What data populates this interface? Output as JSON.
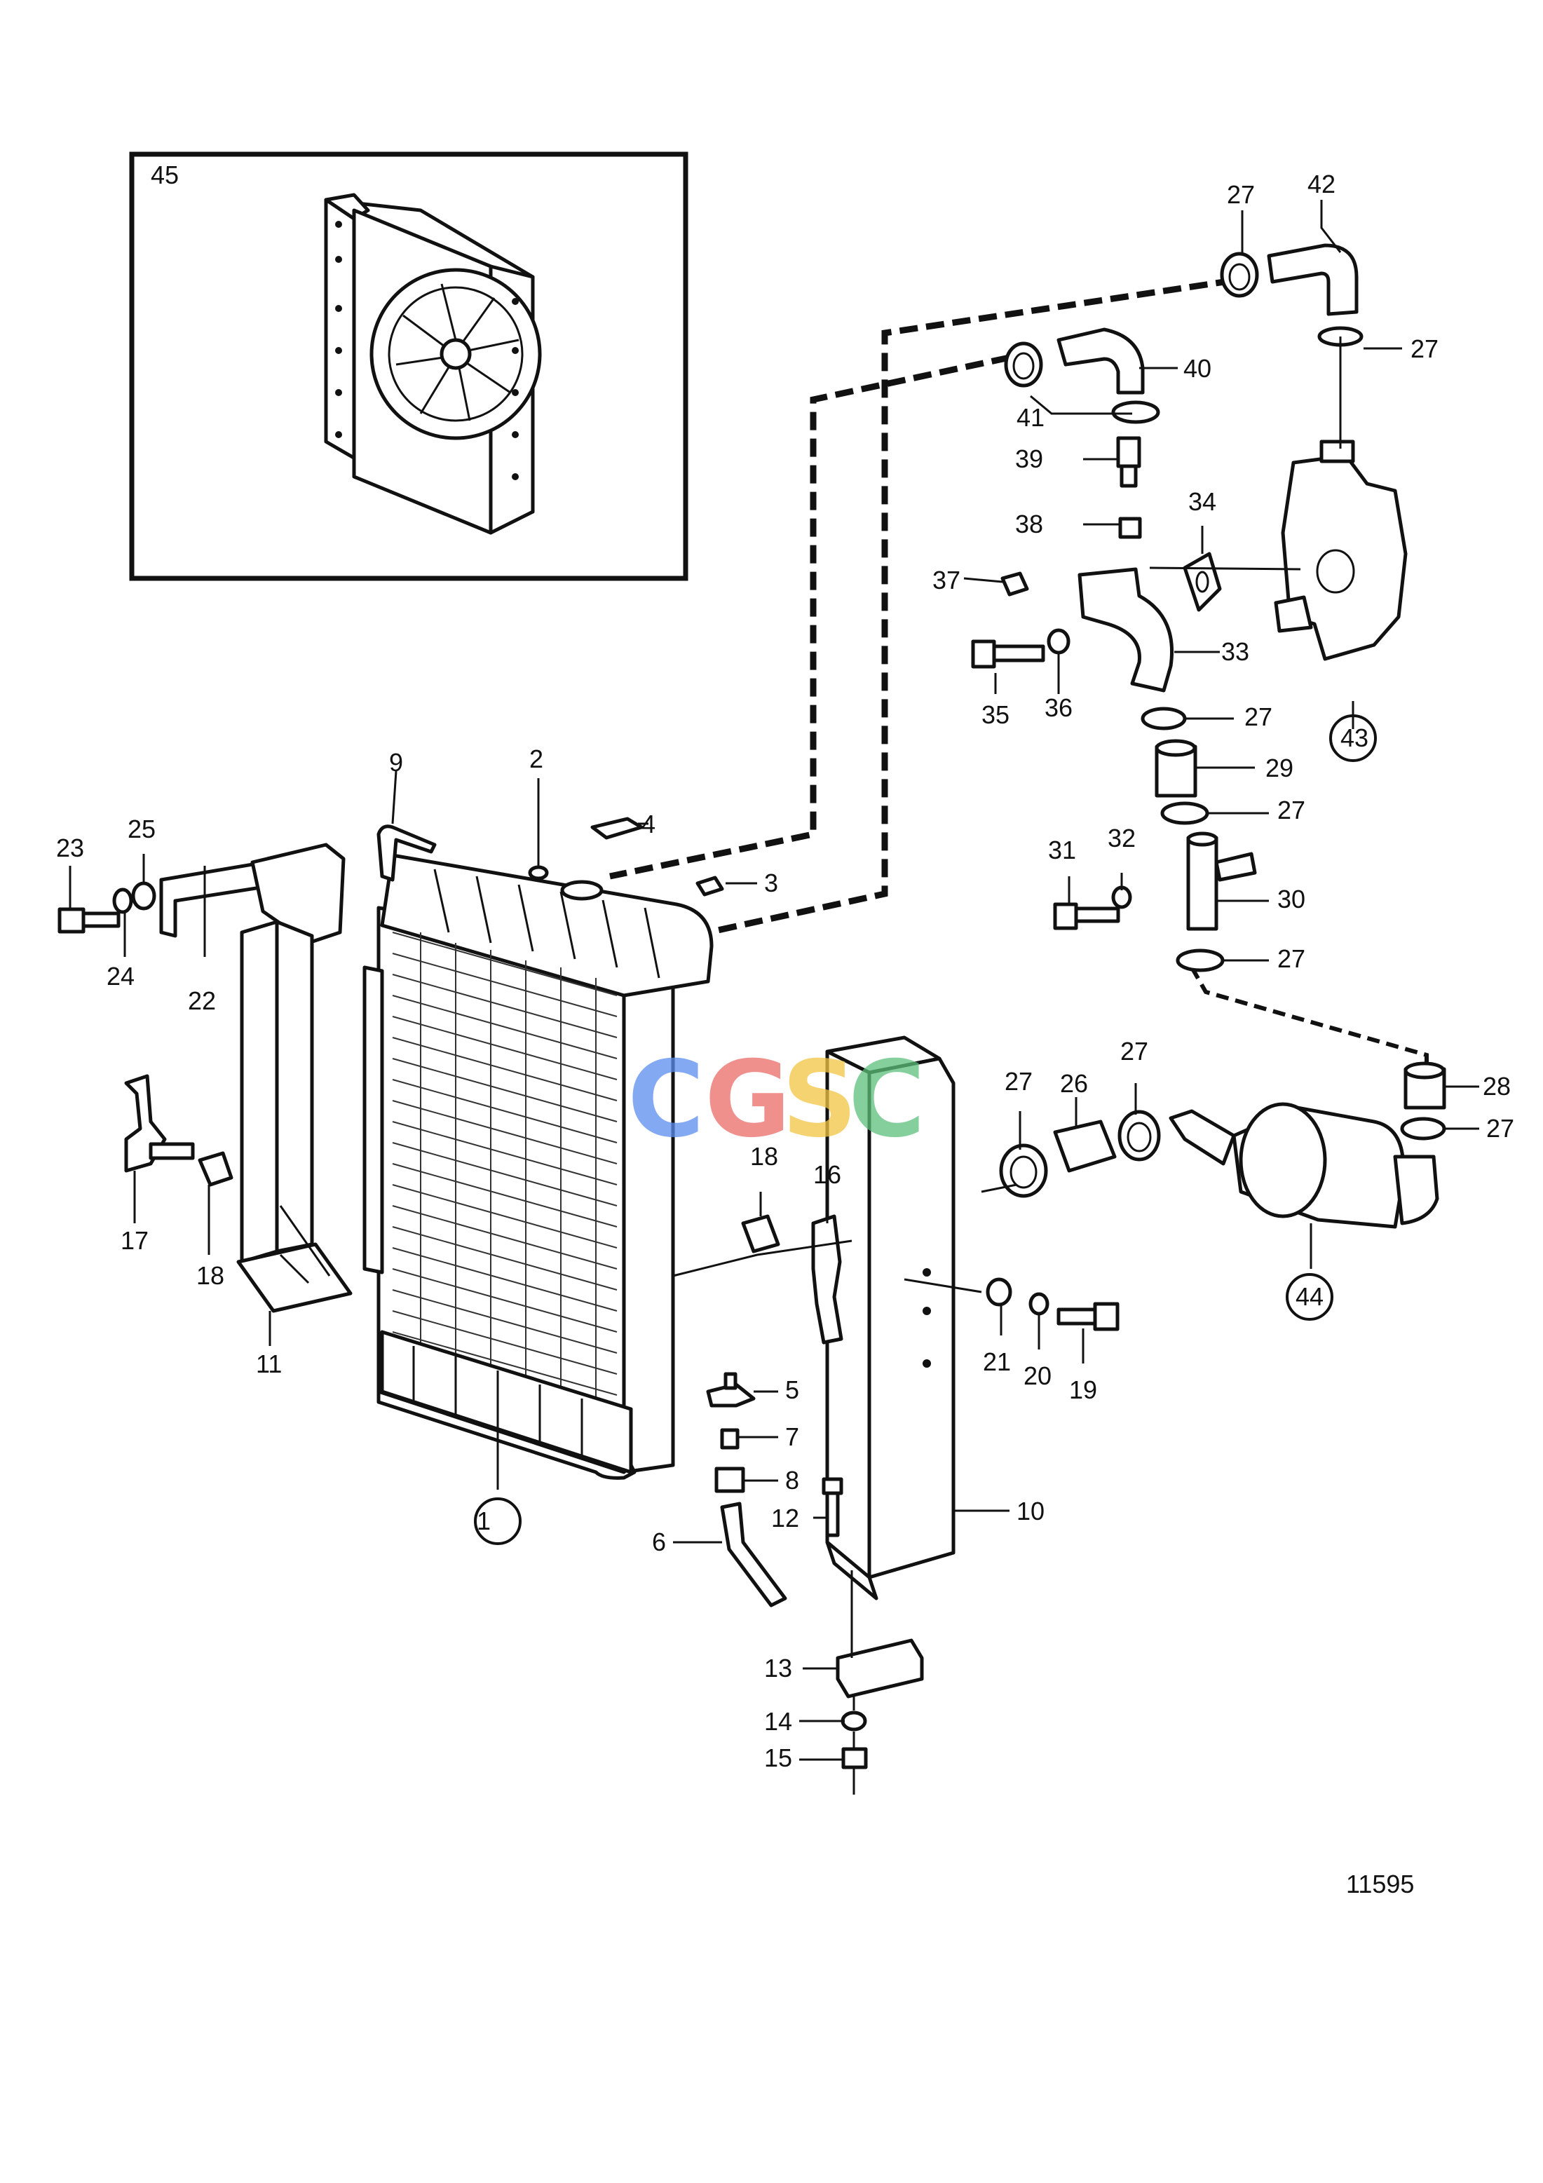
{
  "drawing_number": "11595",
  "inset_label": "45",
  "watermark": {
    "letters": [
      "C",
      "G",
      "S",
      "C"
    ],
    "colors": [
      "#5b8def",
      "#ea6b66",
      "#f4c542",
      "#5cbf7a"
    ]
  },
  "part_numbers": [
    "1",
    "2",
    "3",
    "4",
    "5",
    "6",
    "7",
    "8",
    "9",
    "10",
    "11",
    "12",
    "13",
    "14",
    "15",
    "16",
    "17",
    "18",
    "18",
    "19",
    "20",
    "21",
    "22",
    "23",
    "24",
    "25",
    "26",
    "27",
    "27",
    "27",
    "27",
    "27",
    "27",
    "27",
    "27",
    "28",
    "29",
    "30",
    "31",
    "32",
    "33",
    "34",
    "35",
    "36",
    "37",
    "38",
    "39",
    "40",
    "41",
    "42",
    "43",
    "44"
  ],
  "circled_assemblies": [
    "1",
    "43",
    "44"
  ]
}
